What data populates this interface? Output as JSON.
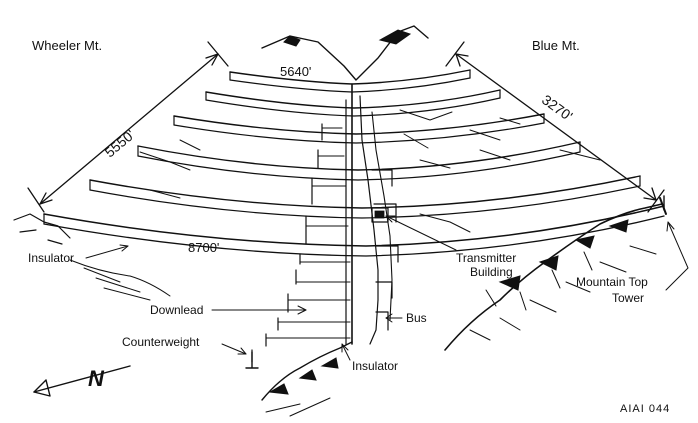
{
  "labels": {
    "wheeler_mt": "Wheeler Mt.",
    "blue_mt": "Blue Mt.",
    "dim_5640": "5640'",
    "dim_5550": "5550'",
    "dim_3270": "3270'",
    "dim_8700": "8700'",
    "insulator_left": "Insulator",
    "transmitter_line1": "Transmitter",
    "transmitter_line2": "Building",
    "mountain_top_line1": "Mountain Top",
    "mountain_top_line2": "Tower",
    "downlead": "Downlead",
    "bus": "Bus",
    "counterweight": "Counterweight",
    "insulator_bottom": "Insulator",
    "figure_code": "AIAI 044",
    "north": "N"
  },
  "colors": {
    "ink": "#111111",
    "background": "#ffffff"
  }
}
